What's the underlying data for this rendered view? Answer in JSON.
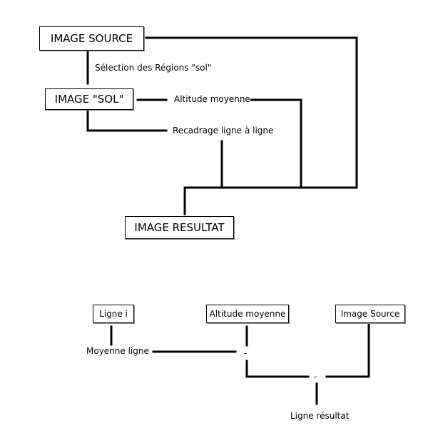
{
  "top": {
    "image_source": "IMAGE SOURCE",
    "image_sol": "IMAGE \"SOL\"",
    "image_resultat": "IMAGE RESULTAT",
    "selection_label": "Sélection des Régions \"sol\"",
    "altitude_label": "Altitude moyenne",
    "recadrage_label": "Recadrage ligne à ligne"
  },
  "bottom": {
    "ligne_i": "Ligne i",
    "altitude_moyenne": "Altitude moyenne",
    "image_source": "Image Source",
    "moyenne_ligne": "Moyenne ligne",
    "minus_op_1": "-",
    "minus_op_2": "-",
    "ligne_resultat": "Ligne résultat"
  }
}
